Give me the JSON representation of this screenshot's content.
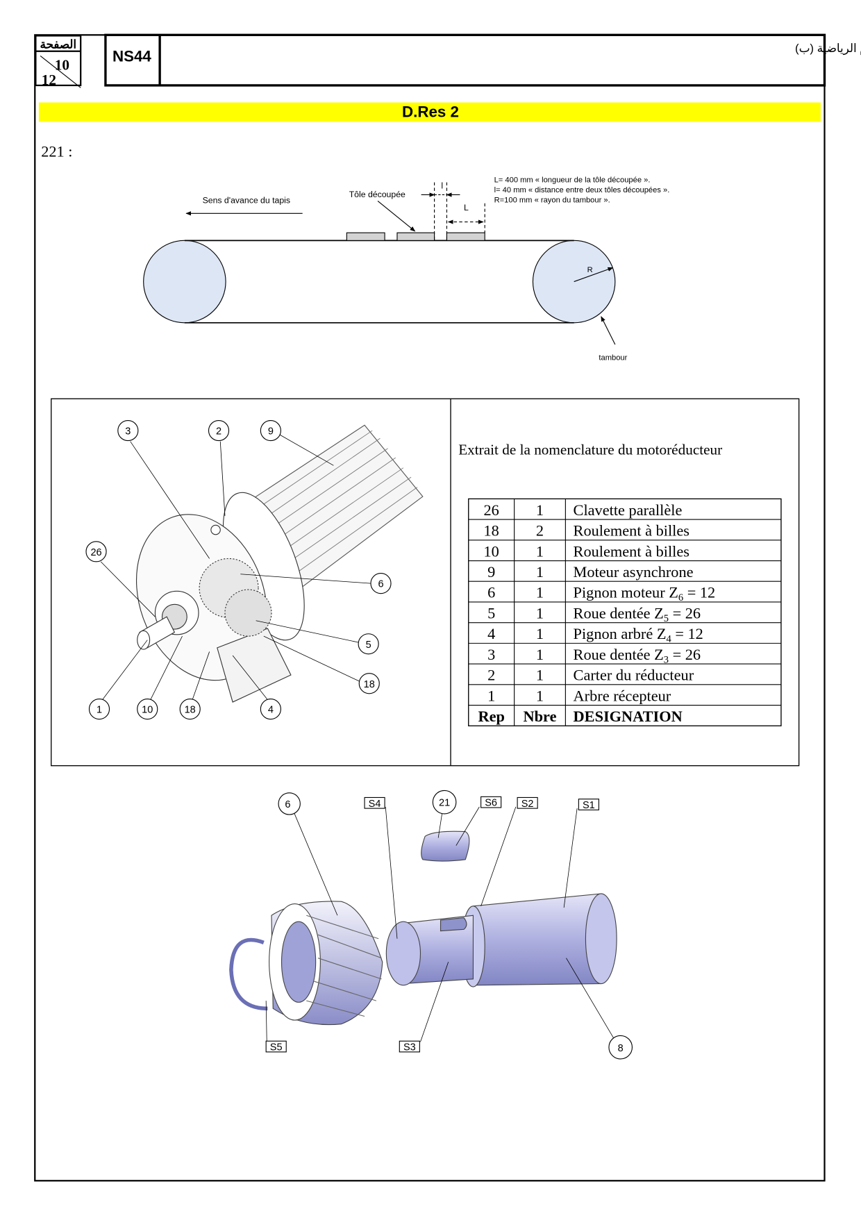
{
  "header": {
    "page_label": "الصفحة",
    "page_current": "10",
    "page_total": "12",
    "code": "NS44",
    "title": "الامتحان الوطني الموحد للبكالوريا -الدورة العادية 2010 – الموضوع - مادة: علوم المهندس - العلوم الرياضية (ب)"
  },
  "banner": "D.Res 2",
  "question": "221 :",
  "belt_diagram": {
    "direction_label": "Sens d'avance du tapis",
    "plate_label": "Tôle découpée",
    "gap_label": "l",
    "length_label": "L",
    "radius_label": "R",
    "drum_label": "tambour",
    "legend": [
      "L= 400 mm «  longueur de la tôle découpée ».",
      "l=  40 mm « distance entre deux tôles découpées ».",
      "R=100 mm « rayon du tambour »."
    ]
  },
  "assembly": {
    "balloons": [
      "3",
      "2",
      "9",
      "26",
      "6",
      "5",
      "18",
      "1",
      "10",
      "18",
      "4"
    ]
  },
  "nomenclature": {
    "title": "Extrait de la nomenclature du motoréducteur",
    "rows": [
      {
        "rep": "26",
        "nbre": "1",
        "designation": "Clavette parallèle",
        "sub": "",
        "tail": ""
      },
      {
        "rep": "18",
        "nbre": "2",
        "designation": "Roulement à billes",
        "sub": "",
        "tail": ""
      },
      {
        "rep": "10",
        "nbre": "1",
        "designation": "Roulement à billes",
        "sub": "",
        "tail": ""
      },
      {
        "rep": "9",
        "nbre": "1",
        "designation": "Moteur asynchrone",
        "sub": "",
        "tail": ""
      },
      {
        "rep": "6",
        "nbre": "1",
        "designation": "Pignon moteur Z",
        "sub": "6",
        "tail": " = 12"
      },
      {
        "rep": "5",
        "nbre": "1",
        "designation": "Roue dentée Z",
        "sub": "5",
        "tail": " = 26"
      },
      {
        "rep": "4",
        "nbre": "1",
        "designation": "Pignon arbré Z",
        "sub": "4",
        "tail": " = 12"
      },
      {
        "rep": "3",
        "nbre": "1",
        "designation": "Roue dentée Z",
        "sub": "3",
        "tail": " = 26"
      },
      {
        "rep": "2",
        "nbre": "1",
        "designation": "Carter du réducteur",
        "sub": "",
        "tail": ""
      },
      {
        "rep": "1",
        "nbre": "1",
        "designation": "Arbre récepteur",
        "sub": "",
        "tail": ""
      }
    ],
    "headers": {
      "rep": "Rep",
      "nbre": "Nbre",
      "designation": "DESIGNATION"
    }
  },
  "exploded": {
    "balloons": [
      "6",
      "21",
      "8"
    ],
    "surfaces": [
      "S4",
      "S6",
      "S2",
      "S1",
      "S5",
      "S3"
    ]
  },
  "colors": {
    "banner": "#ffff00",
    "drum": "#dde6f5",
    "plate": "#d3d3d3",
    "part": "#b8b8e6"
  }
}
